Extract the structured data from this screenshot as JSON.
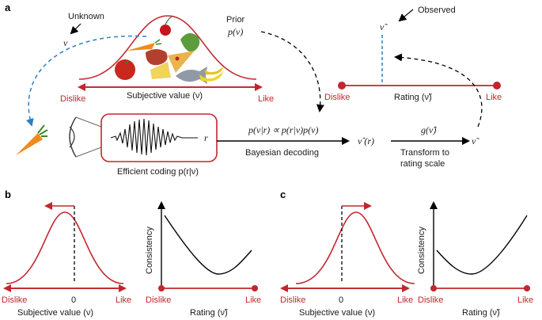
{
  "panels": {
    "a": "a",
    "b": "b",
    "c": "c"
  },
  "panel_a": {
    "unknown": "Unknown",
    "nu": "ν",
    "prior_label": "Prior",
    "prior_expr": "p(ν)",
    "observed": "Observed",
    "nu_tilde": "ν̃",
    "dislike": "Dislike",
    "like": "Like",
    "subjective_value": "Subjective value (ν)",
    "rating": "Rating (ν̃)",
    "r": "r",
    "efficient_coding": "Efficient coding p(r|ν)",
    "posterior": "p(ν|r) ∝ p(r|ν)p(ν)",
    "bayesian_decoding": "Bayesian decoding",
    "nu_hat": "ν̂ (r)",
    "g_expr": "g(ν̂)",
    "transform_1": "Transform to",
    "transform_2": "rating scale",
    "nu_tilde_out": "ν̃"
  },
  "panel_b": {
    "zero": "0",
    "dislike": "Dislike",
    "like": "Like",
    "subjective_value": "Subjective value (ν)",
    "consistency": "Consistency",
    "rating_dislike": "Dislike",
    "rating_like": "Like",
    "rating": "Rating (ν̃)"
  },
  "panel_c": {
    "zero": "0",
    "dislike": "Dislike",
    "like": "Like",
    "subjective_value": "Subjective value (ν)",
    "consistency": "Consistency",
    "rating_dislike": "Dislike",
    "rating_like": "Like",
    "rating": "Rating (ν̃)"
  },
  "colors": {
    "red": "#c1272d",
    "blue": "#2f7fc1",
    "black": "#000000"
  },
  "icons": [
    "food-pile-icon",
    "carrot-icon",
    "eye-icon",
    "waveform-icon"
  ]
}
